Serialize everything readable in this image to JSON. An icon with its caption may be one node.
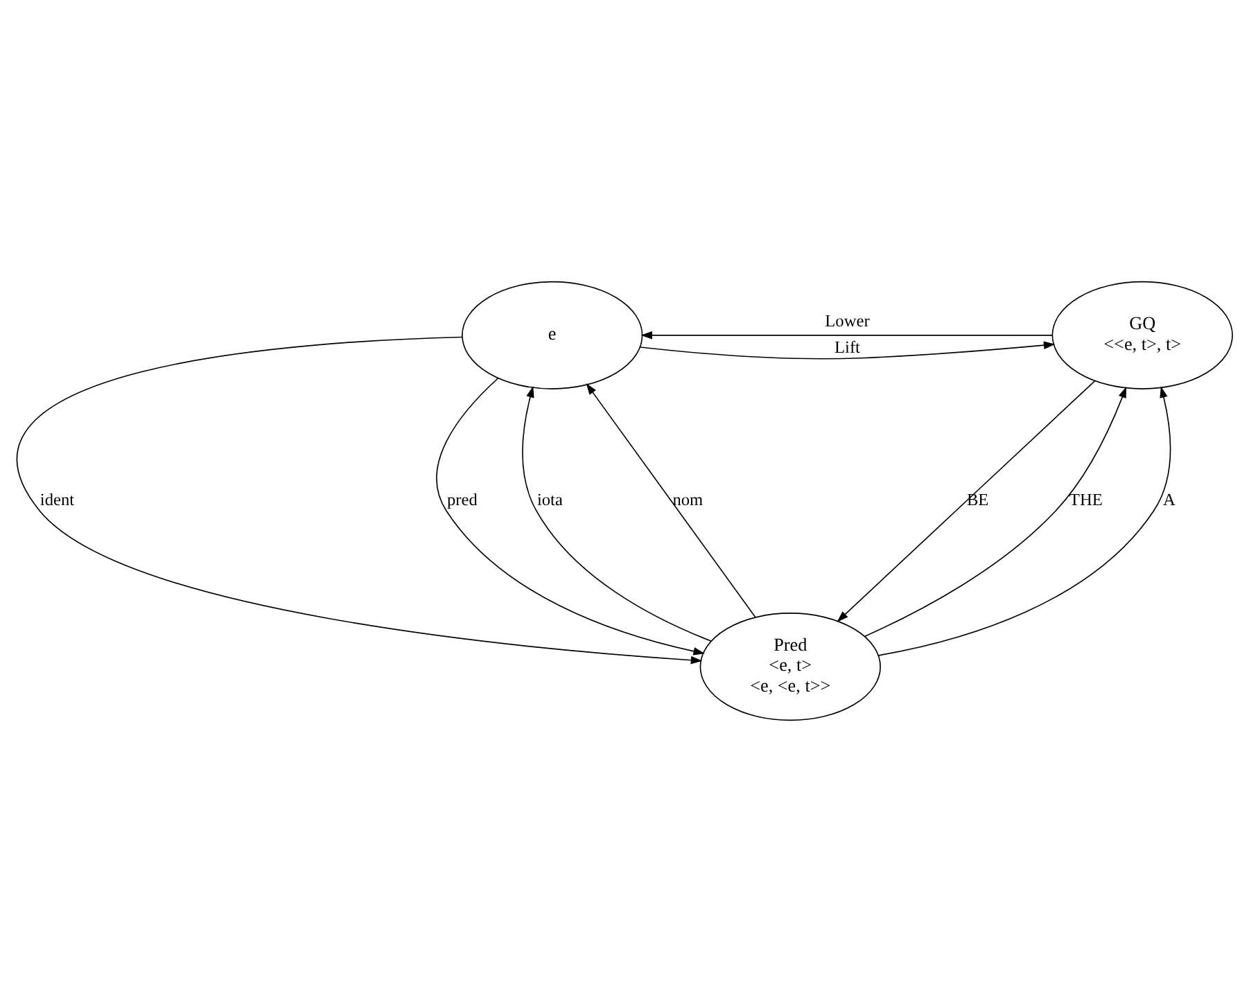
{
  "diagram": {
    "nodes": [
      {
        "text": [
          "e"
        ]
      },
      {
        "text": [
          "GQ",
          "<<e, t>, t>"
        ]
      },
      {
        "text": [
          "Pred",
          "<e, t>",
          "<e, <e, t>>"
        ]
      }
    ],
    "edges": [
      {
        "from": 0,
        "to": 1,
        "arrow": "to",
        "label": "Lift"
      },
      {
        "from": 1,
        "to": 0,
        "arrow": "to",
        "label": "Lower"
      },
      {
        "from": 2,
        "to": 0,
        "arrow": "to",
        "label": "iota"
      },
      {
        "from": 0,
        "to": 2,
        "arrow": "to",
        "label": "ident"
      },
      {
        "from": 2,
        "to": 0,
        "arrow": "to",
        "label": "nom"
      },
      {
        "from": 0,
        "to": 2,
        "arrow": "to",
        "label": "pred"
      },
      {
        "from": 2,
        "to": 1,
        "arrow": "to",
        "label": "THE"
      },
      {
        "from": 2,
        "to": 1,
        "arrow": "to",
        "label": "A"
      },
      {
        "from": 1,
        "to": 2,
        "arrow": "to",
        "label": "BE"
      }
    ]
  }
}
